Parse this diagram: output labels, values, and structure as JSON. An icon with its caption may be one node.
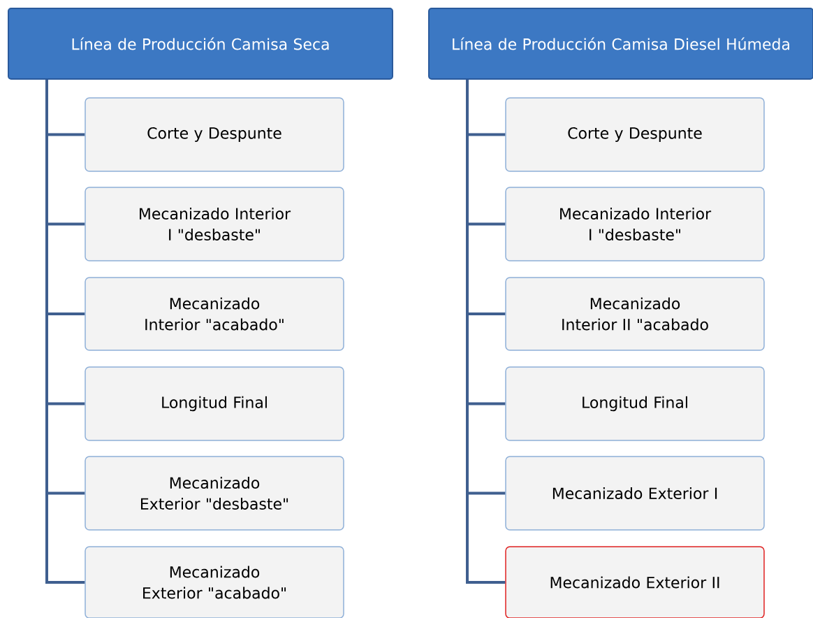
{
  "diagram": {
    "nodes": [
      {
        "text": [
          "Línea de Producción Camisa Seca"
        ]
      },
      {
        "text": [
          "Corte y Despunte"
        ]
      },
      {
        "text": [
          "Mecanizado Interior I \"desbaste\""
        ]
      },
      {
        "text": [
          "Mecanizado Interior \"acabado\""
        ]
      },
      {
        "text": [
          "Longitud Final"
        ]
      },
      {
        "text": [
          "Mecanizado Exterior \"desbaste\""
        ]
      },
      {
        "text": [
          "Mecanizado Exterior \"acabado\""
        ]
      },
      {
        "text": [
          "Línea de Producción Camisa Diesel Húmeda"
        ]
      },
      {
        "text": [
          "Corte y Despunte"
        ]
      },
      {
        "text": [
          "Mecanizado Interior I \"desbaste\""
        ]
      },
      {
        "text": [
          "Mecanizado Interior II \"acabado"
        ]
      },
      {
        "text": [
          "Longitud Final"
        ]
      },
      {
        "text": [
          "Mecanizado Exterior I"
        ]
      },
      {
        "text": [
          "Mecanizado Exterior II"
        ]
      }
    ],
    "edges": [
      {
        "from": 0,
        "to": 1,
        "arrow": "none"
      },
      {
        "from": 0,
        "to": 2,
        "arrow": "none"
      },
      {
        "from": 0,
        "to": 3,
        "arrow": "none"
      },
      {
        "from": 0,
        "to": 4,
        "arrow": "none"
      },
      {
        "from": 0,
        "to": 5,
        "arrow": "none"
      },
      {
        "from": 0,
        "to": 6,
        "arrow": "none"
      },
      {
        "from": 7,
        "to": 8,
        "arrow": "none"
      },
      {
        "from": 7,
        "to": 9,
        "arrow": "none"
      },
      {
        "from": 7,
        "to": 10,
        "arrow": "none"
      },
      {
        "from": 7,
        "to": 11,
        "arrow": "none"
      },
      {
        "from": 7,
        "to": 12,
        "arrow": "none"
      },
      {
        "from": 7,
        "to": 13,
        "arrow": "none"
      }
    ]
  }
}
